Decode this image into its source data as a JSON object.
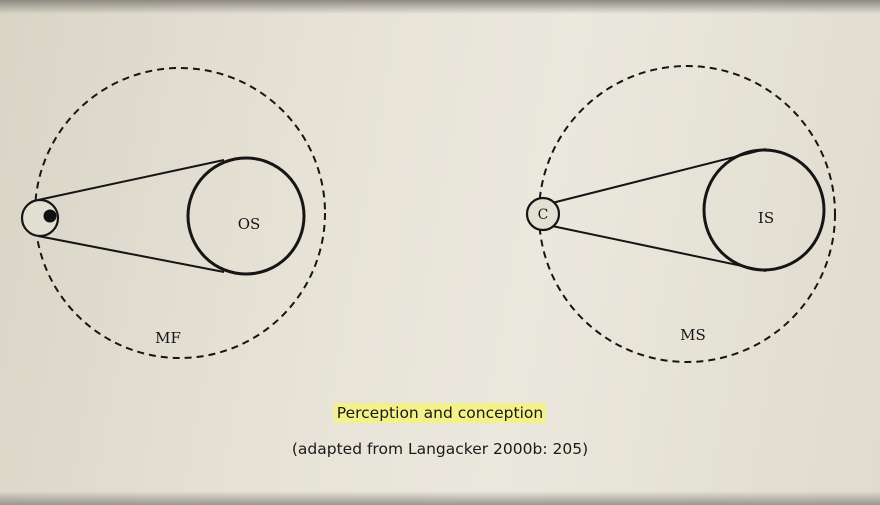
{
  "left_diagram": {
    "region_label": "MF",
    "object_label": "OS"
  },
  "right_diagram": {
    "region_label": "MS",
    "object_label": "IS",
    "viewer_label": "C"
  },
  "caption": {
    "title": "Perception and conception",
    "source": "(adapted from Langacker 2000b: 205)"
  },
  "colors": {
    "highlight": "#f4f18a",
    "ink": "#151515"
  }
}
